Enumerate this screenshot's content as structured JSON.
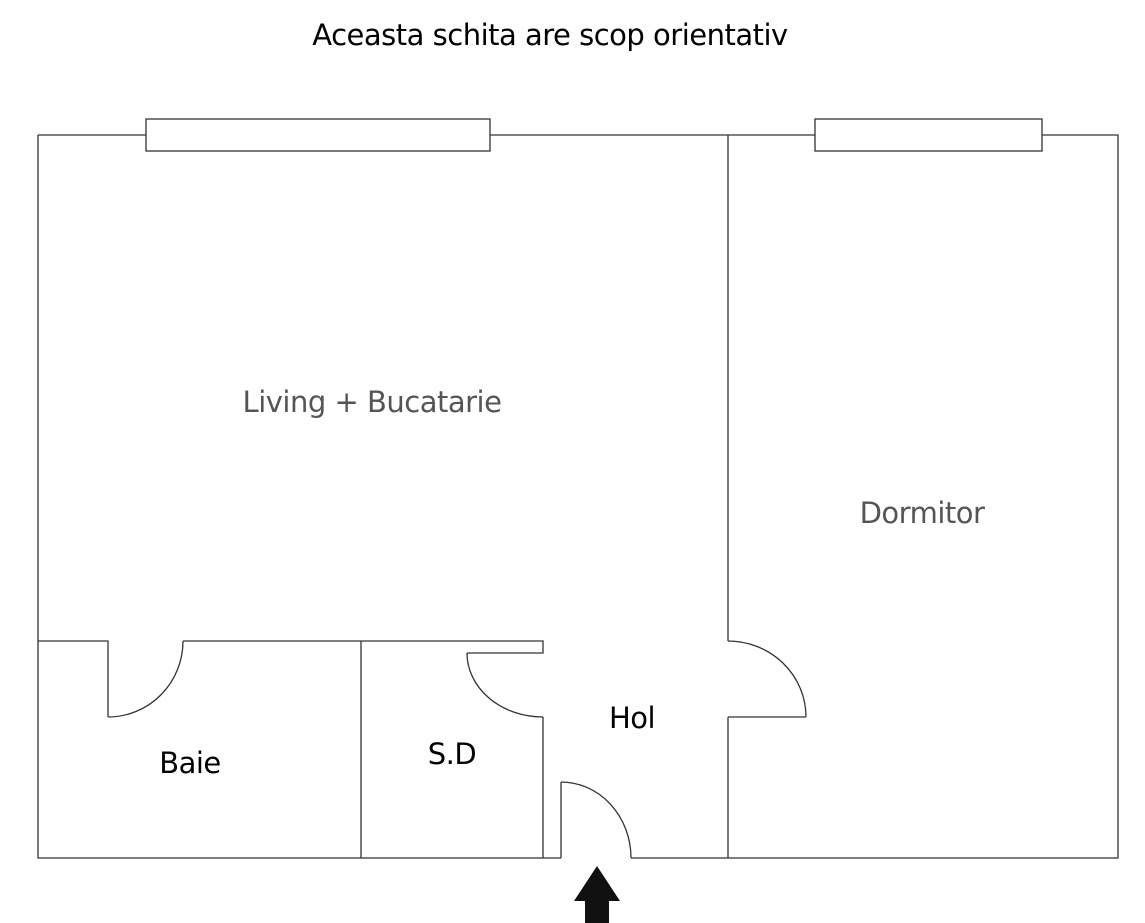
{
  "title": "Aceasta schita are scop orientativ",
  "rooms": {
    "living": "Living + Bucatarie",
    "dormitor": "Dormitor",
    "hol": "Hol",
    "baie": "Baie",
    "sd": "S.D"
  }
}
